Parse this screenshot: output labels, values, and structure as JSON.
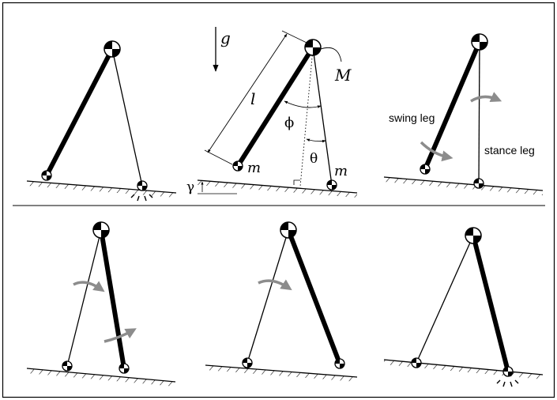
{
  "labels": {
    "gravity": "g",
    "hip_mass": "M",
    "length": "l",
    "phi": "ϕ",
    "theta": "θ",
    "foot_mass_left": "m",
    "foot_mass_right": "m",
    "slope": "γ",
    "swing_leg": "swing leg",
    "stance_leg": "stance leg"
  },
  "colors": {
    "ink": "#000000",
    "arrow_gray": "#8c8c8c",
    "background": "#ffffff"
  },
  "icons": [
    "hip-mass-icon",
    "foot-mass-icon",
    "swing-arrow-icon",
    "impact-icon",
    "ground-hatch-icon"
  ]
}
